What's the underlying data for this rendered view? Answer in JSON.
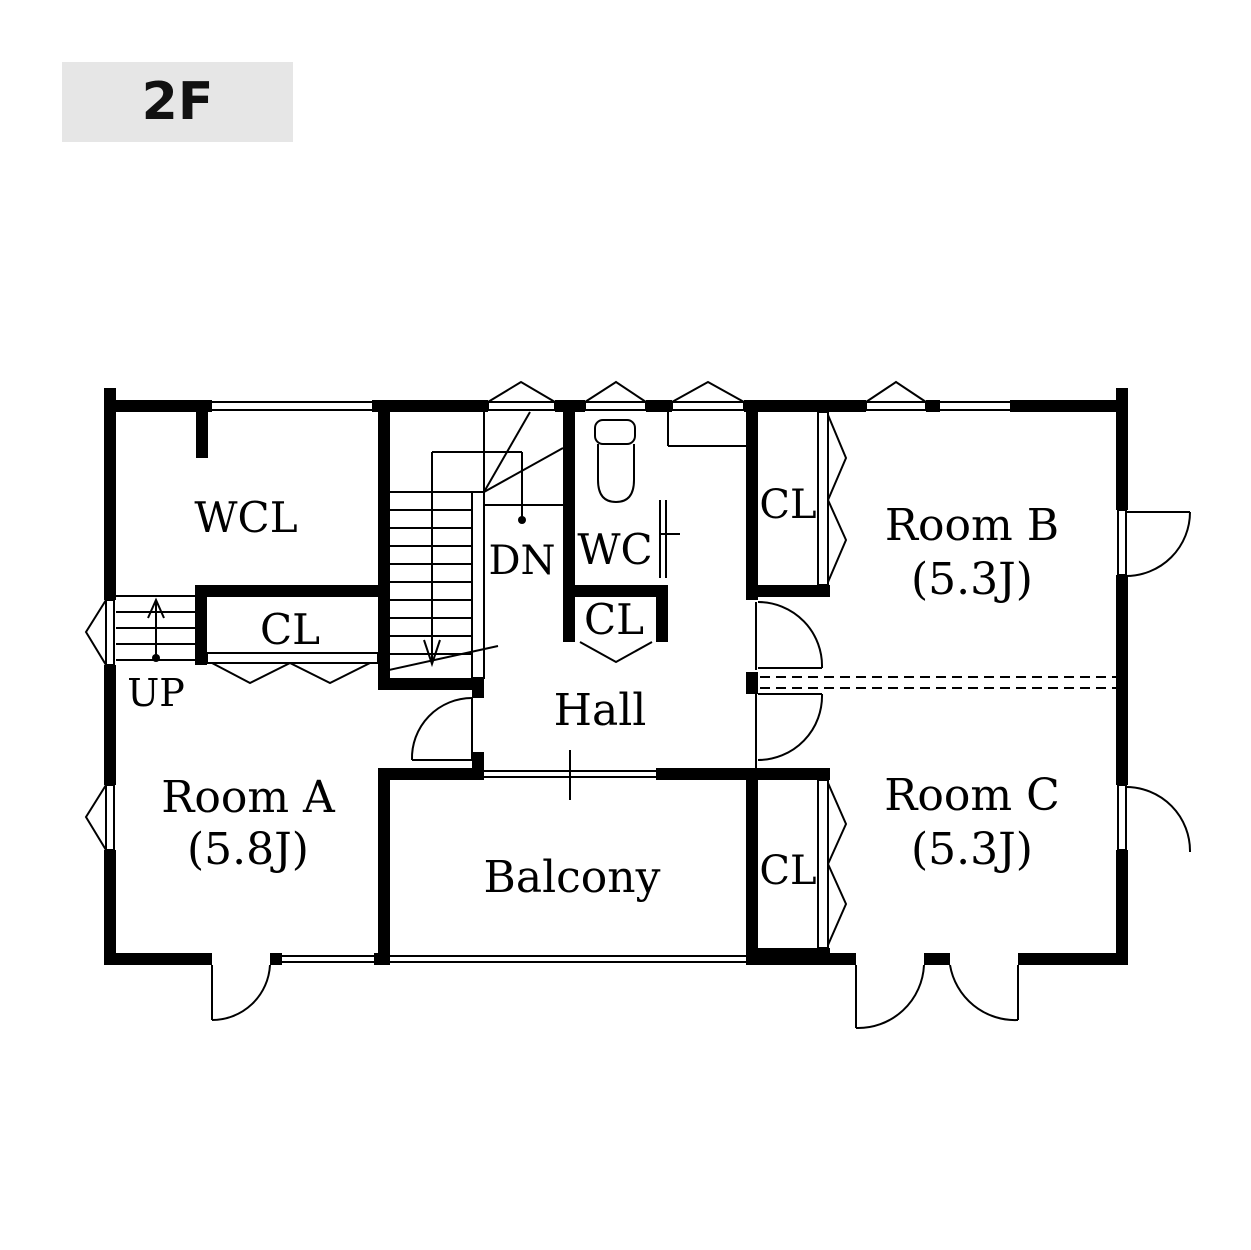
{
  "floor": {
    "label": "2F"
  },
  "rooms": {
    "wcl": "WCL",
    "cl_a": "CL",
    "dn": "DN",
    "up": "UP",
    "wc": "WC",
    "cl_wc": "CL",
    "hall": "Hall",
    "room_a_name": "Room A",
    "room_a_size": "(5.8J)",
    "balcony": "Balcony",
    "cl_b": "CL",
    "room_b_name": "Room B",
    "room_b_size": "(5.3J)",
    "cl_c": "CL",
    "room_c_name": "Room C",
    "room_c_size": "(5.3J)"
  }
}
